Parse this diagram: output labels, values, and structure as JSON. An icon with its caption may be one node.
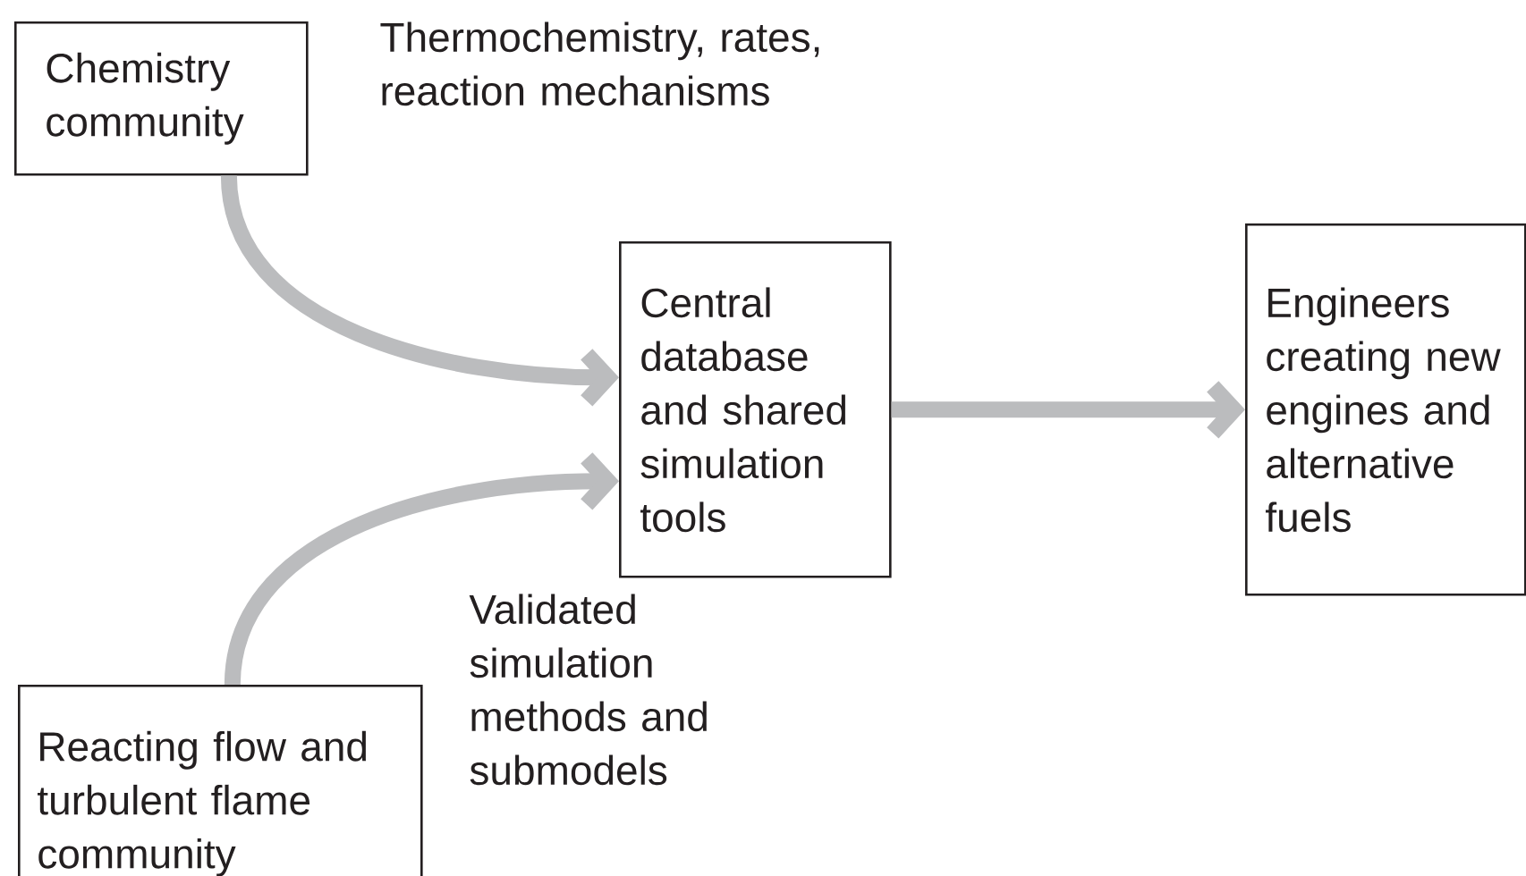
{
  "diagram": {
    "nodes": [
      {
        "text": [
          "Chemistry community"
        ]
      },
      {
        "text": [
          "Central database and shared simulation tools"
        ]
      },
      {
        "text": [
          "Engineers creating new engines and alternative fuels"
        ]
      },
      {
        "text": [
          "Reacting flow and turbulent flame community"
        ]
      }
    ],
    "edges": [
      {
        "from": 0,
        "to": 1,
        "arrow": "to"
      },
      {
        "from": 3,
        "to": 1,
        "arrow": "to"
      },
      {
        "from": 1,
        "to": 2,
        "arrow": "to"
      }
    ],
    "labels": [
      "Thermochemistry, rates, reaction mechanisms",
      "Validated simulation methods and submodels"
    ]
  }
}
